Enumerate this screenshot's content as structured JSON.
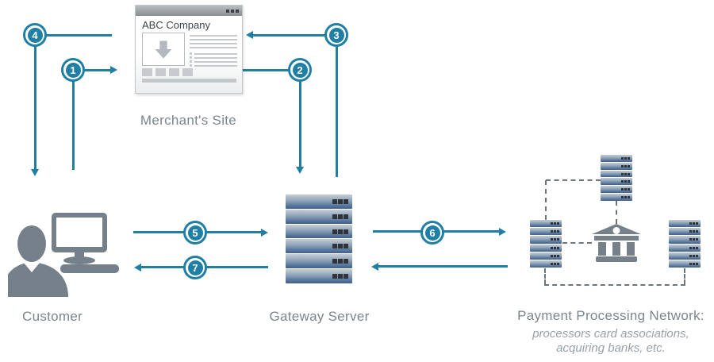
{
  "diagram": {
    "merchant_window": {
      "title": "ABC Company",
      "caption": "Merchant's Site"
    },
    "customer": {
      "caption": "Customer"
    },
    "gateway": {
      "caption": "Gateway Server"
    },
    "network": {
      "caption": "Payment Processing Network:",
      "subcaption_line1": "processors card associations,",
      "subcaption_line2": "acquiring banks, etc."
    },
    "steps": [
      {
        "number": "1"
      },
      {
        "number": "2"
      },
      {
        "number": "3"
      },
      {
        "number": "4"
      },
      {
        "number": "5"
      },
      {
        "number": "6"
      },
      {
        "number": "7"
      }
    ],
    "icons": {
      "merchant": "browser-window",
      "customer": "person-at-computer",
      "gateway": "server-stack",
      "network": "server-stacks-and-bank"
    },
    "colors": {
      "accent_teal": "#1f7fa4",
      "icon_gray": "#75808a",
      "caption_gray": "#7d858d",
      "subcaption_gray": "#9aa1a8",
      "dashed_line_gray": "#6e757b"
    }
  }
}
